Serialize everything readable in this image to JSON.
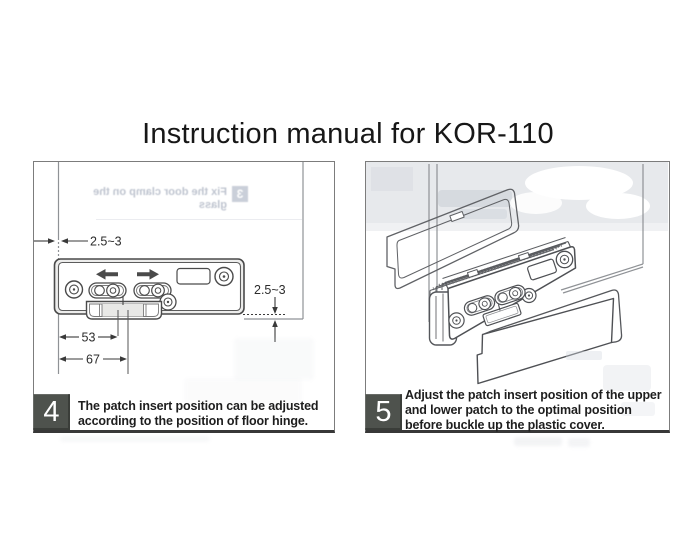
{
  "page": {
    "title": "Instruction manual for KOR-110"
  },
  "panels": [
    {
      "step_number": "4",
      "caption_lines": [
        "The patch insert position can be adjusted",
        "according to the position of floor hinge."
      ],
      "dimensions": {
        "top_glass_offset": "2.5~3",
        "bottom_glass_offset": "2.5~3",
        "insert_center_from_edge": "53",
        "insert_outer_from_edge": "67"
      },
      "ghost_showthrough": {
        "step_number": "3",
        "lines": [
          "Fix the door clamp on the",
          "glass"
        ]
      }
    },
    {
      "step_number": "5",
      "caption_lines": [
        "Adjust the patch insert position of the upper",
        "and lower patch to the optimal position",
        "before buckle up the plastic cover."
      ]
    }
  ],
  "colors": {
    "badge_bg": "#4e524d",
    "line_art": "#55575b",
    "glass_line": "#8f9296",
    "ghost_text": "#97a0b2"
  }
}
